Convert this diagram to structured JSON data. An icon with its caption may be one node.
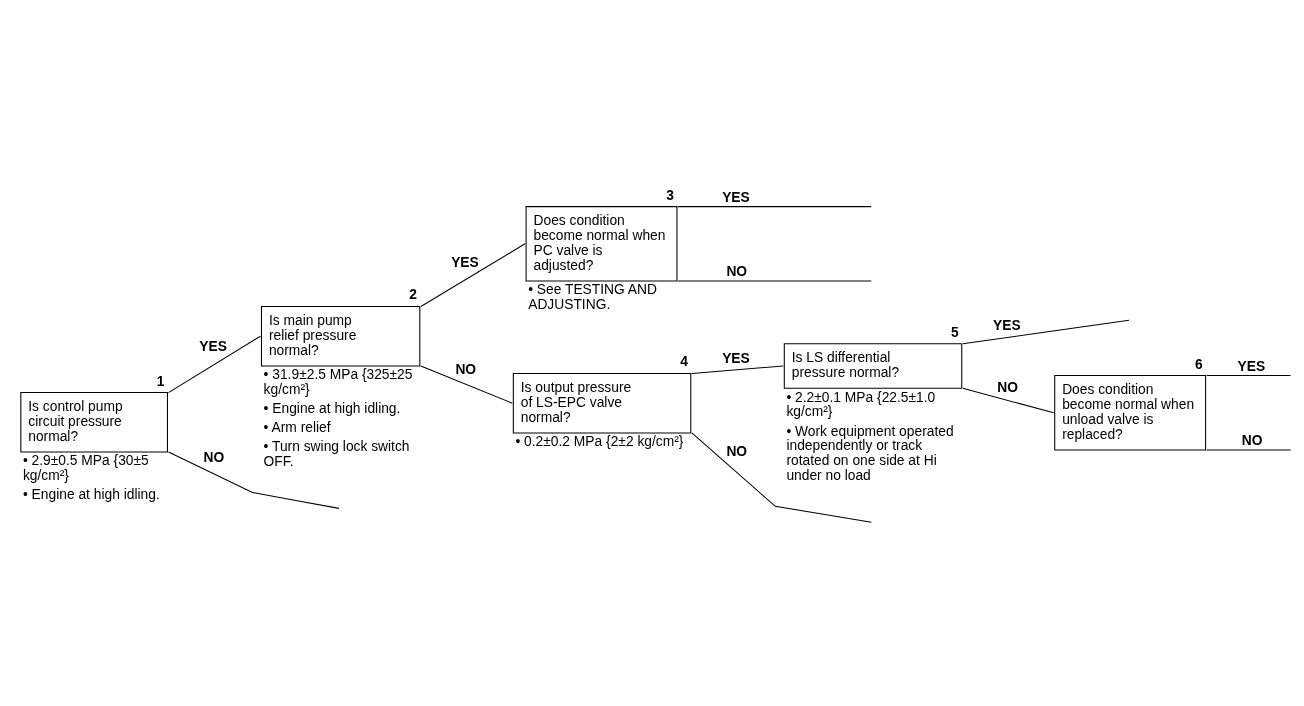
{
  "diagram": {
    "nodes": [
      {
        "text": [
          "Is control pump circuit pressure normal?"
        ],
        "beside": [
          "1",
          "• 2.9±0.5 MPa {30±5 kg/cm²}",
          "• Engine at high idling."
        ]
      },
      {
        "text": [
          "Is main pump relief pressure normal?"
        ],
        "beside": [
          "2",
          "• 31.9±2.5 MPa {325±25 kg/cm²}",
          "• Engine at high idling.",
          "• Arm relief",
          "• Turn swing lock switch OFF."
        ]
      },
      {
        "text": [
          "Does condition become normal when PC valve is adjusted?"
        ],
        "beside": [
          "3",
          "• See TESTING AND ADJUSTING."
        ]
      },
      {
        "text": [
          "Is output pressure of LS-EPC valve normal?"
        ],
        "beside": [
          "4",
          "• 0.2±0.2 MPa {2±2 kg/cm²}"
        ]
      },
      {
        "text": [
          "Is LS differential pressure normal?"
        ],
        "beside": [
          "5",
          "• 2.2±0.1 MPa {22.5±1.0 kg/cm²}",
          "• Work equipment operated independently or track rotated on one side at Hi under no load"
        ]
      },
      {
        "text": [
          "Does condition become normal when unload valve is replaced?"
        ],
        "beside": [
          "6"
        ]
      }
    ],
    "edges": [
      {
        "from": 0,
        "to": 1,
        "arrow": "none",
        "label": "YES"
      },
      {
        "from": 1,
        "to": 2,
        "arrow": "none",
        "label": "YES"
      },
      {
        "from": 2,
        "to": null,
        "arrow": "none",
        "label": "YES"
      },
      {
        "from": 2,
        "to": null,
        "arrow": "none",
        "label": "NO"
      },
      {
        "from": 1,
        "to": 3,
        "arrow": "none",
        "label": "NO"
      },
      {
        "from": 3,
        "to": 4,
        "arrow": "none",
        "label": "YES"
      },
      {
        "from": 4,
        "to": null,
        "arrow": "none",
        "label": "YES"
      },
      {
        "from": 4,
        "to": 5,
        "arrow": "none",
        "label": "NO"
      },
      {
        "from": 5,
        "to": null,
        "arrow": "none",
        "label": "YES"
      },
      {
        "from": 5,
        "to": null,
        "arrow": "none",
        "label": "NO"
      },
      {
        "from": 3,
        "to": null,
        "arrow": "none",
        "label": "NO"
      },
      {
        "from": 0,
        "to": null,
        "arrow": "none",
        "label": "NO"
      }
    ]
  }
}
